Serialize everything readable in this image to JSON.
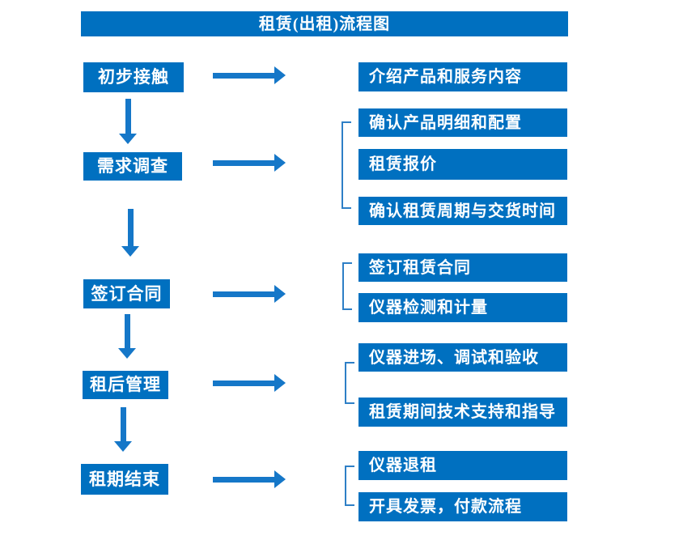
{
  "title": "租赁(出租)流程图",
  "colors": {
    "box": "#0070c0",
    "arrow": "#1577c8",
    "bracket": "#2e7fc6",
    "text": "#ffffff",
    "background": "#ffffff"
  },
  "flow": {
    "stages": [
      {
        "label": "初步接触",
        "outputs": [
          "介绍产品和服务内容"
        ]
      },
      {
        "label": "需求调查",
        "outputs": [
          "确认产品明细和配置",
          "租赁报价",
          "确认租赁周期与交货时间"
        ]
      },
      {
        "label": "签订合同",
        "outputs": [
          "签订租赁合同",
          "仪器检测和计量"
        ]
      },
      {
        "label": "租后管理",
        "outputs": [
          "仪器进场、调试和验收",
          "租赁期间技术支持和指导"
        ]
      },
      {
        "label": "租期结束",
        "outputs": [
          "仪器退租",
          "开具发票，付款流程"
        ]
      }
    ]
  }
}
